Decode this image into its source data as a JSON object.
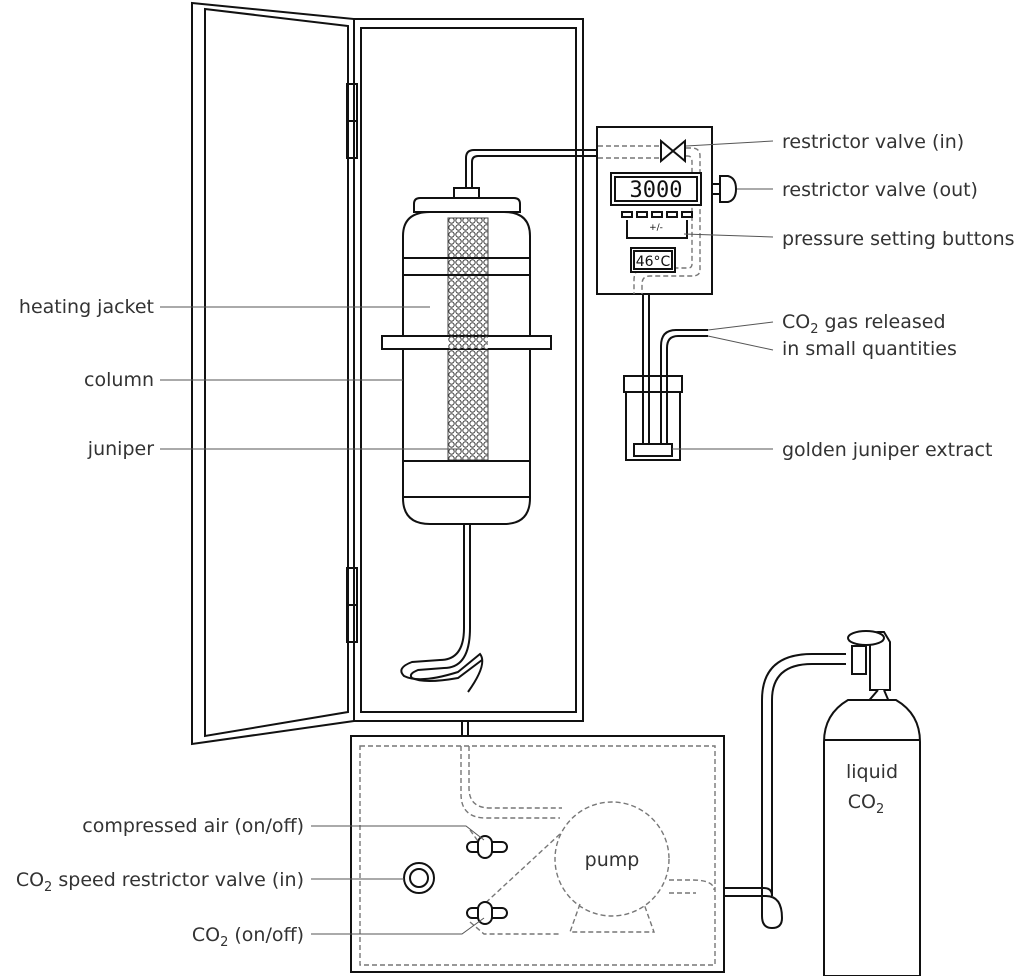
{
  "labels": {
    "restrictor_valve_in": "restrictor valve (in)",
    "restrictor_valve_out": "restrictor valve (out)",
    "pressure_setting_buttons": "pressure setting buttons",
    "co2_gas_released_line1_prefix": "CO",
    "co2_gas_released_line1_sub": "2",
    "co2_gas_released_line1_suffix": " gas released",
    "co2_gas_released_line2": "in small quantities",
    "golden_juniper_extract": "golden juniper extract",
    "heating_jacket": "heating jacket",
    "column": "column",
    "juniper": "juniper",
    "compressed_air": "compressed air (on/off)",
    "co2_speed_prefix": "CO",
    "co2_speed_sub": "2",
    "co2_speed_suffix": " speed restrictor valve (in)",
    "co2_onoff_prefix": "CO",
    "co2_onoff_sub": "2",
    "co2_onoff_suffix": "  (on/off)",
    "pump": "pump",
    "liquid": "liquid",
    "liquid_co2_prefix": "CO",
    "liquid_co2_sub": "2"
  },
  "control_panel": {
    "pressure_display": "3000",
    "buttons_sign": "+/-",
    "temperature_display": "46°C"
  }
}
